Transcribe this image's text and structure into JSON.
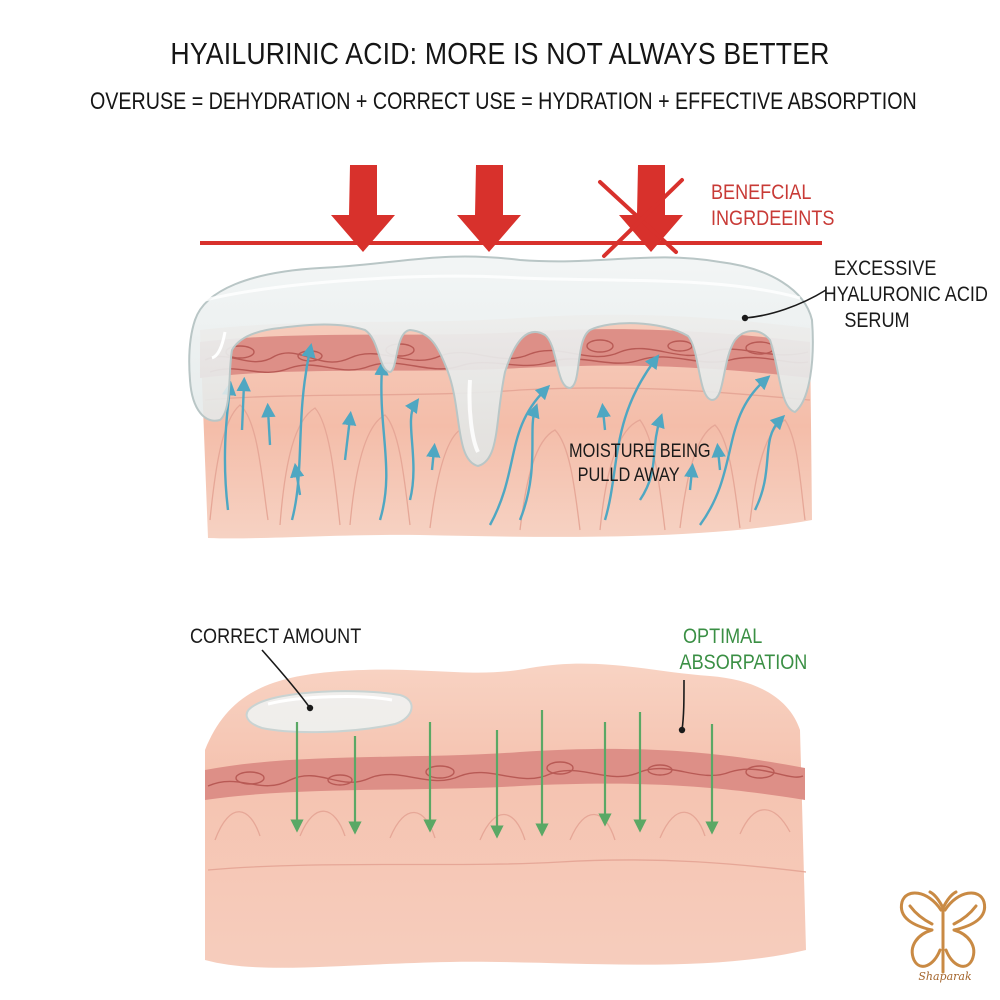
{
  "header": {
    "title": "HYAILURINIC ACID: MORE IS NOT ALWAYS BETTER",
    "subtitle": "OVERUSE = DEHYDRATION  +  CORRECT USE  = HYDRATION + EFFECTIVE ABSORPTION"
  },
  "top_panel": {
    "beneficial_label": [
      "BENEFCIAL",
      "INGRDEEINTS"
    ],
    "excessive_label": [
      "EXCESSIVE",
      "HYALURONIC ACID",
      "SERUM"
    ],
    "moisture_label": [
      "MOISTURE BEING",
      "PULLD AWAY"
    ]
  },
  "bottom_panel": {
    "correct_label": "CORRECT AMOUNT",
    "optimal_label": [
      "OPTIMAL",
      "ABSORPATION"
    ]
  },
  "logo": {
    "text": "Shaparak",
    "icon": "butterfly-icon"
  },
  "colors": {
    "red_arrow": "#d8312c",
    "blue_arrow": "#4fa7c2",
    "green_arrow": "#5aa865",
    "skin": "#f3c2b0",
    "vessel": "#d77f79",
    "gel": "#e6efef",
    "logo": "#c98a44"
  }
}
